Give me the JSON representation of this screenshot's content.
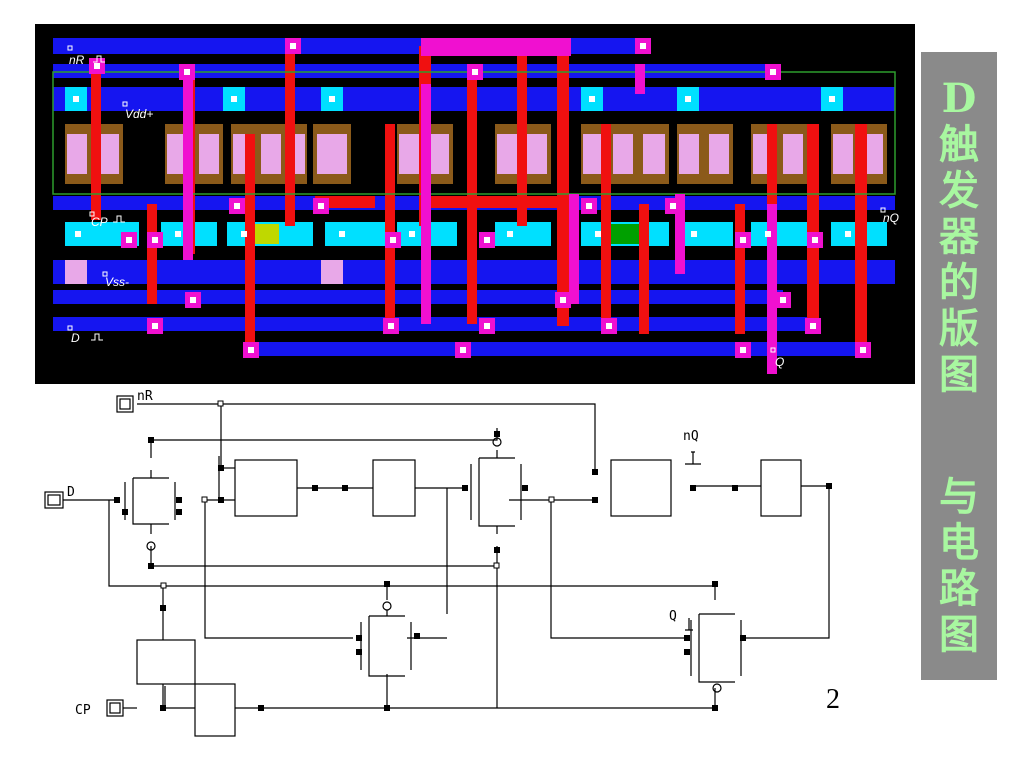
{
  "layout": {
    "labels": {
      "nR": "nR",
      "vdd": "Vdd+",
      "cp": "CP",
      "vss": "Vss-",
      "d": "D",
      "nq": "nQ",
      "q": "Q"
    }
  },
  "schematic": {
    "pins": {
      "nR": "nR",
      "D": "D",
      "CP": "CP",
      "nQ": "nQ",
      "Q": "Q"
    }
  },
  "side_title": {
    "part1": [
      "D",
      "触",
      "发",
      "器",
      "的",
      "版",
      "图"
    ],
    "part2": [
      "与",
      "电",
      "路",
      "图"
    ]
  },
  "page_number": "2",
  "colors": {
    "metal1": "#1515f0",
    "poly": "#f01010",
    "metal2": "#f010d0",
    "contact": "#00e0ff",
    "diffusion": "#8b5a1a",
    "well_outline": "#2e9e2e",
    "title_background": "#8a8a8a",
    "title_text": "#a8f7a0"
  }
}
